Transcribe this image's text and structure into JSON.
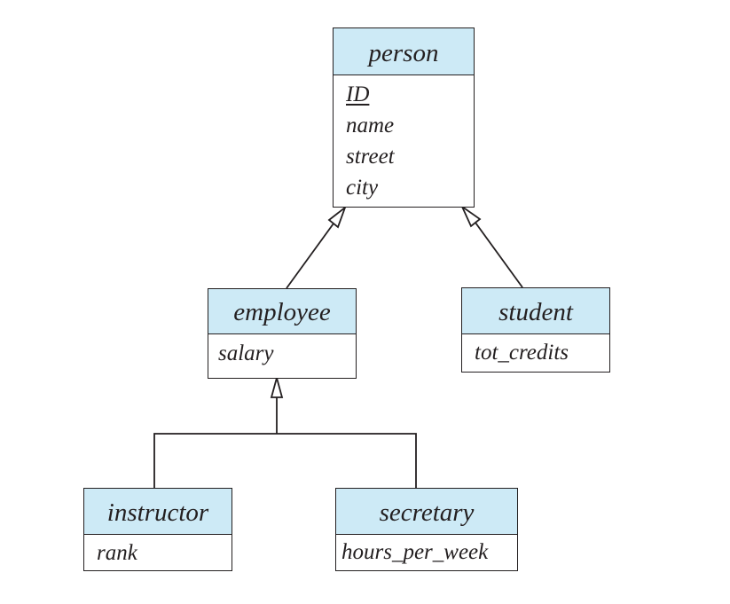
{
  "colors": {
    "header_fill": "#cdeaf6",
    "line": "#231f20",
    "background": "#ffffff"
  },
  "entities": {
    "person": {
      "name": "person",
      "attributes": [
        "ID",
        "name",
        "street",
        "city"
      ],
      "primary_key": "ID"
    },
    "employee": {
      "name": "employee",
      "attributes": [
        "salary"
      ]
    },
    "student": {
      "name": "student",
      "attributes": [
        "tot_credits"
      ]
    },
    "instructor": {
      "name": "instructor",
      "attributes": [
        "rank"
      ]
    },
    "secretary": {
      "name": "secretary",
      "attributes": [
        "hours_per_week"
      ]
    }
  },
  "relationships": [
    {
      "type": "generalization",
      "from": "employee",
      "to": "person"
    },
    {
      "type": "generalization",
      "from": "student",
      "to": "person"
    },
    {
      "type": "generalization",
      "from": [
        "instructor",
        "secretary"
      ],
      "to": "employee"
    }
  ]
}
